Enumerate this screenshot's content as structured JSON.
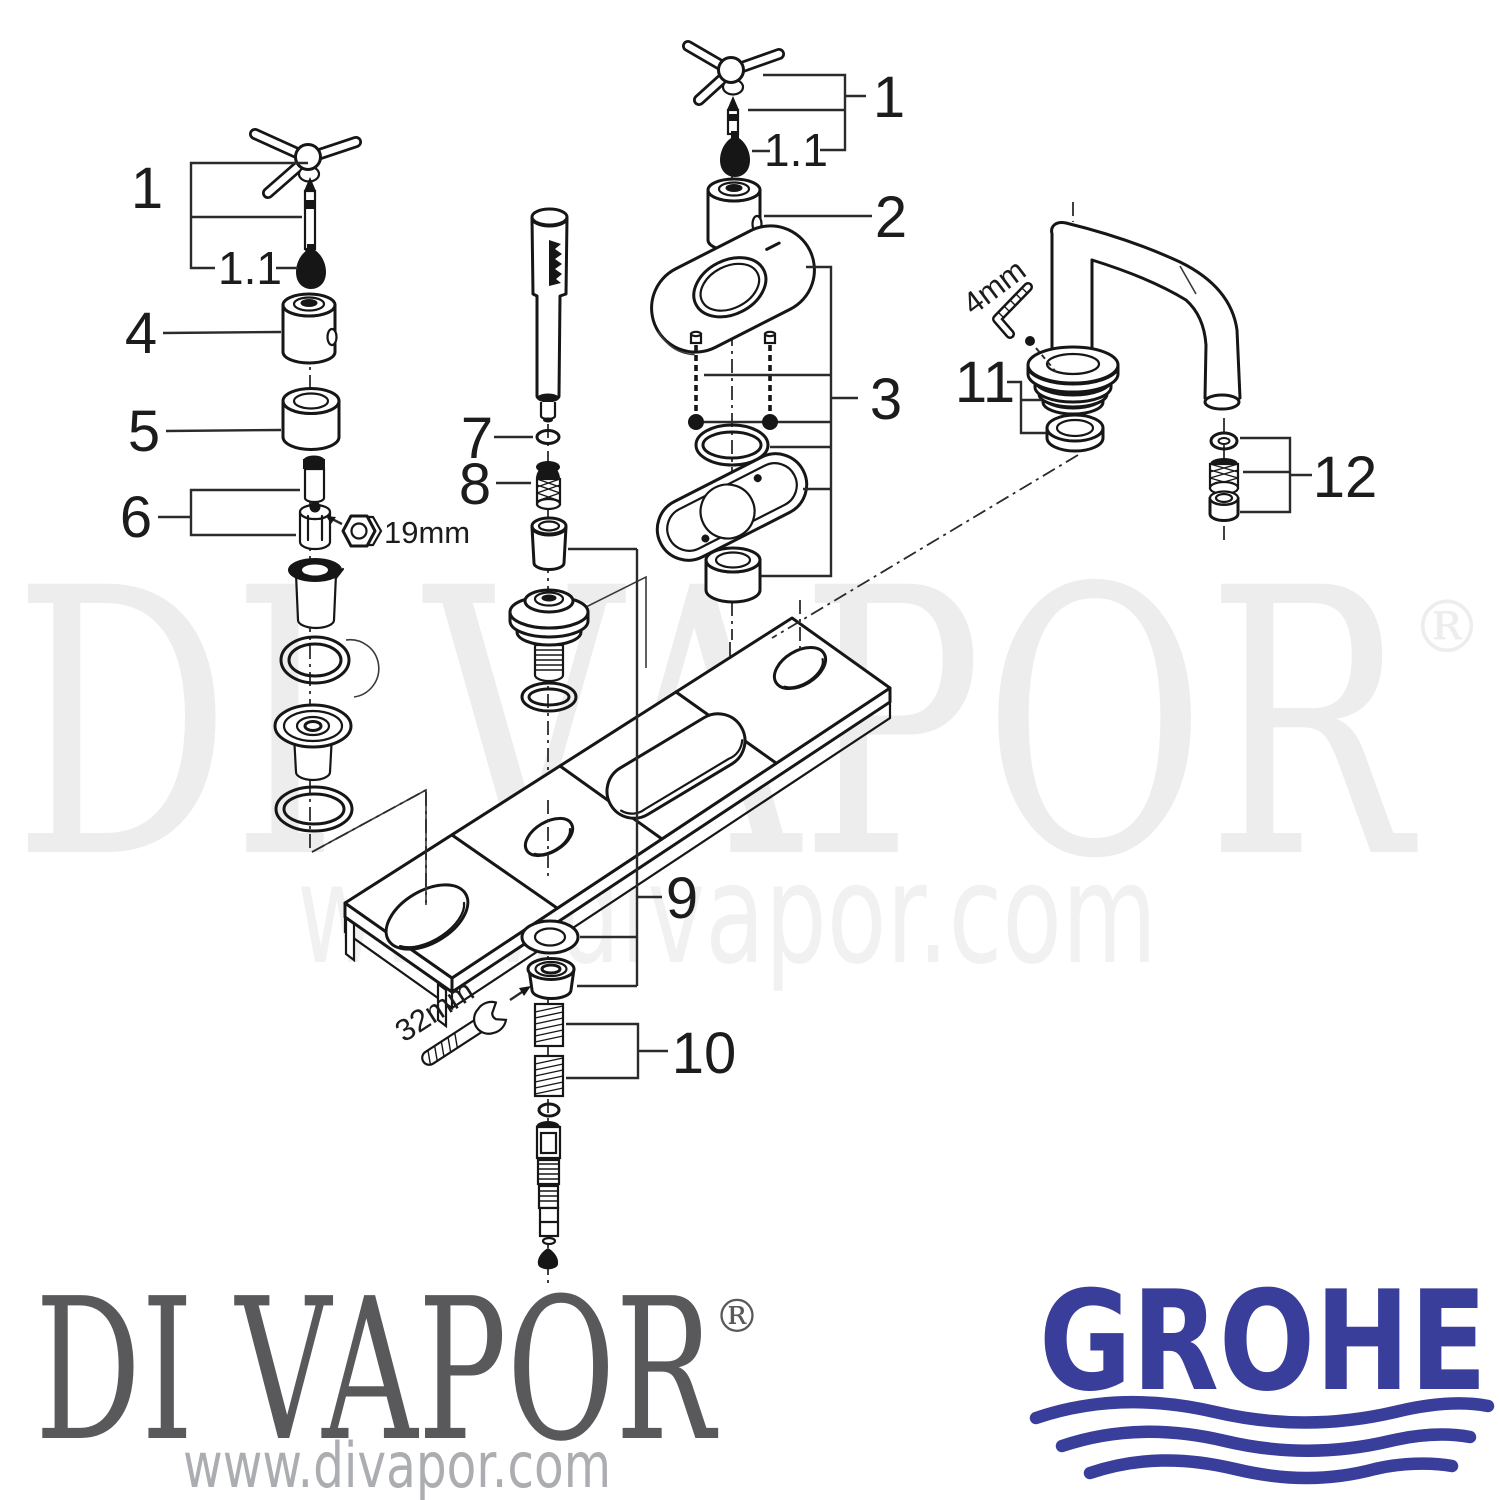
{
  "diagram": {
    "part_labels": {
      "left_handle": "1",
      "left_handle_adapter": "1.1",
      "left_valve": "4",
      "left_spacer": "5",
      "left_extension": "6",
      "shower_seal": "7",
      "shower_filter": "8",
      "mounting_plate": "9",
      "diverter": "10",
      "right_handle": "1",
      "right_handle_adapter": "1.1",
      "right_valve": "2",
      "escutcheon_set": "3",
      "spout_base": "11",
      "spout_seals": "12"
    },
    "tools": {
      "hex_socket_19mm": "19mm",
      "allen_key_4mm": "4mm",
      "spanner_32mm": "32mm"
    }
  },
  "watermark": {
    "brand": "DI VAPOR",
    "registered": "®",
    "url": "www.divapor.com"
  },
  "footer": {
    "divapor_brand": "DI VAPOR",
    "divapor_registered": "®",
    "divapor_url": "www.divapor.com",
    "grohe_brand": "GROHE"
  },
  "colors": {
    "grohe_blue": "#383e9a",
    "divapor_grey": "#59595c",
    "url_grey": "#abadb0",
    "watermark_grey": "#ededed",
    "line_black": "#161616"
  }
}
